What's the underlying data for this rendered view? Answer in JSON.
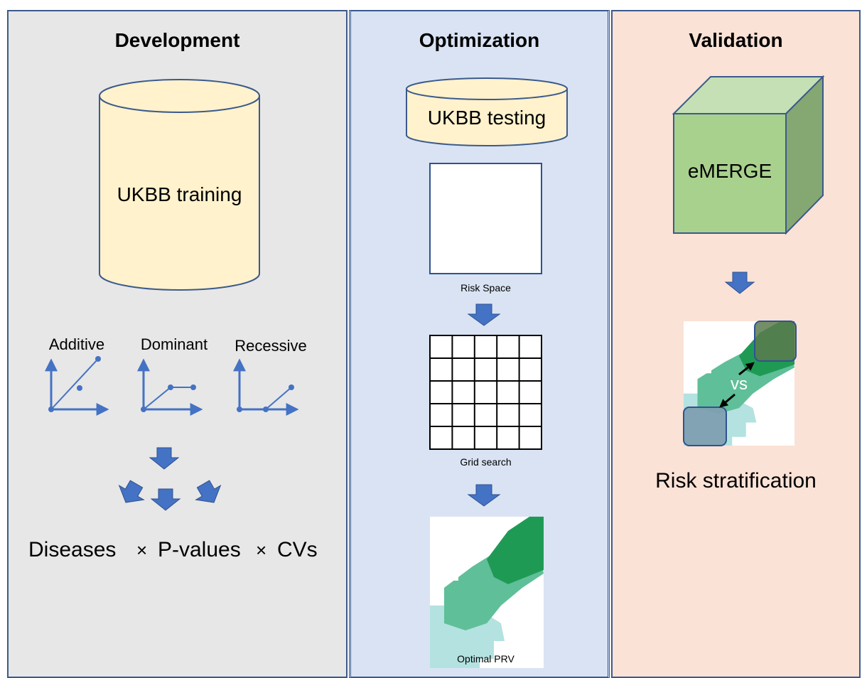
{
  "development": {
    "title": "Development",
    "database_label": "UKBB training",
    "models": [
      "Additive",
      "Dominant",
      "Recessive"
    ],
    "result": [
      "Diseases",
      "P-values",
      "CVs"
    ],
    "times_symbol": "×"
  },
  "optimization": {
    "title": "Optimization",
    "database_label": "UKBB testing",
    "steps": [
      "Risk Space",
      "Grid search",
      "Optimal PRV"
    ]
  },
  "validation": {
    "title": "Validation",
    "cohort_label": "eMERGE",
    "compare_label": "vs",
    "result_label": "Risk stratification"
  },
  "colors": {
    "panel_border": "#3b5a8c",
    "development_bg": "#e7e7e7",
    "optimization_bg": "#d9e3f3",
    "validation_bg": "#fbe2d6",
    "cylinder_fill": "#fff2cc",
    "cube_fill": "#a9d18e",
    "arrow_blue": "#4472c4",
    "risk_dark": "#1f9a55",
    "risk_mid": "#5fbf99",
    "risk_light": "#b3e2e0"
  }
}
